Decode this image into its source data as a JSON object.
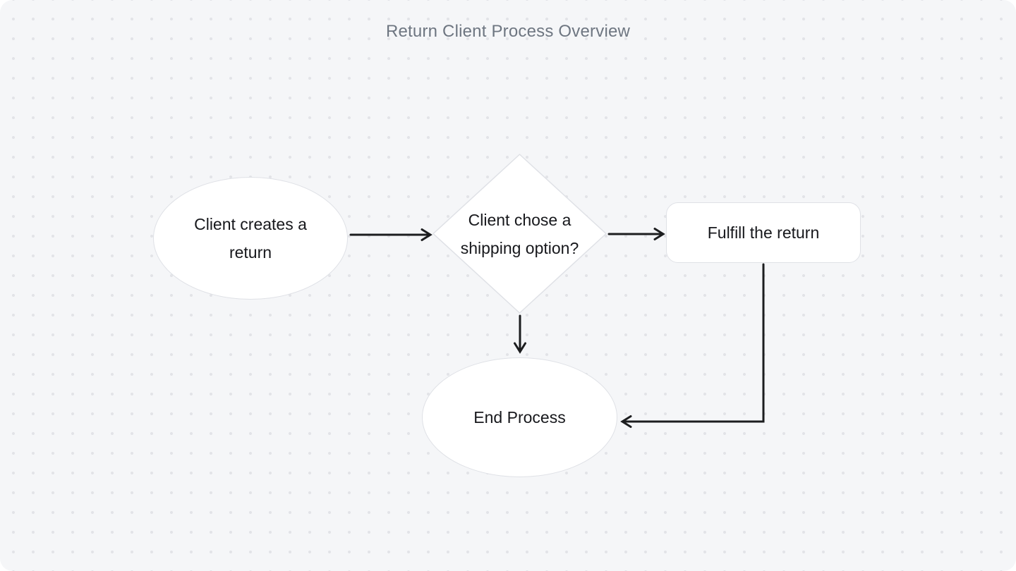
{
  "title": "Return Client Process Overview",
  "canvas_colors": {
    "background": "#f5f6f8",
    "dot_color": "#e3e4e8",
    "node_fill": "#ffffff",
    "node_border": "#dfe1e6",
    "arrow_color": "#1c1d1f",
    "title_color": "#6e7681",
    "text_color": "#17181c"
  },
  "nodes": [
    {
      "id": "start",
      "type": "ellipse",
      "label": "Client creates a return"
    },
    {
      "id": "decision",
      "type": "diamond",
      "label": "Client chose a shipping option?"
    },
    {
      "id": "fulfill",
      "type": "rounded-rect",
      "label": "Fulfill the return"
    },
    {
      "id": "end",
      "type": "ellipse",
      "label": "End Process"
    }
  ],
  "edges": [
    {
      "from": "start",
      "to": "decision"
    },
    {
      "from": "decision",
      "to": "fulfill"
    },
    {
      "from": "decision",
      "to": "end"
    },
    {
      "from": "fulfill",
      "to": "end"
    }
  ]
}
